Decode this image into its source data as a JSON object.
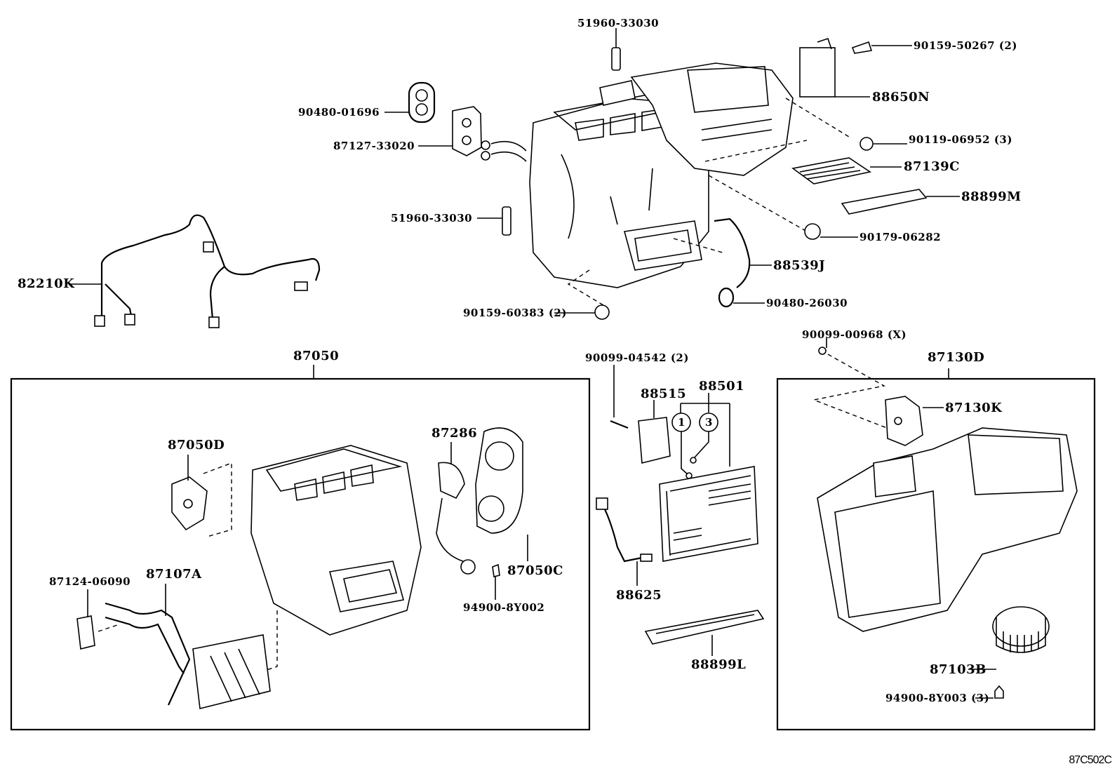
{
  "diagram": {
    "title_code": "87C502C",
    "groups": [
      {
        "id": "87050",
        "label": "87050"
      },
      {
        "id": "87130D",
        "label": "87130D"
      }
    ],
    "parts": {
      "p51960_top": "51960-33030",
      "p90480_01696": "90480-01696",
      "p87127_33020": "87127-33020",
      "p51960_mid": "51960-33030",
      "p82210K": "82210K",
      "p90159_60383": "90159-60383 (2)",
      "p88539J": "88539J",
      "p90480_26030": "90480-26030",
      "p90159_50267": "90159-50267 (2)",
      "p88650N": "88650N",
      "p90119_06952": "90119-06952 (3)",
      "p87139C": "87139C",
      "p88899M": "88899M",
      "p90179_06282": "90179-06282",
      "p87050": "87050",
      "p87050D": "87050D",
      "p87286": "87286",
      "p87050C": "87050C",
      "p94900_8Y002": "94900-8Y002",
      "p87124_06090": "87124-06090",
      "p87107A": "87107A",
      "p90099_04542": "90099-04542 (2)",
      "p88515": "88515",
      "p88501": "88501",
      "p88625": "88625",
      "p88899L": "88899L",
      "p90099_00968": "90099-00968 (X)",
      "p87130D": "87130D",
      "p87130K": "87130K",
      "p87103B": "87103B",
      "p94900_8Y003": "94900-8Y003 (3)",
      "callout_1": "1",
      "callout_3": "3"
    }
  }
}
